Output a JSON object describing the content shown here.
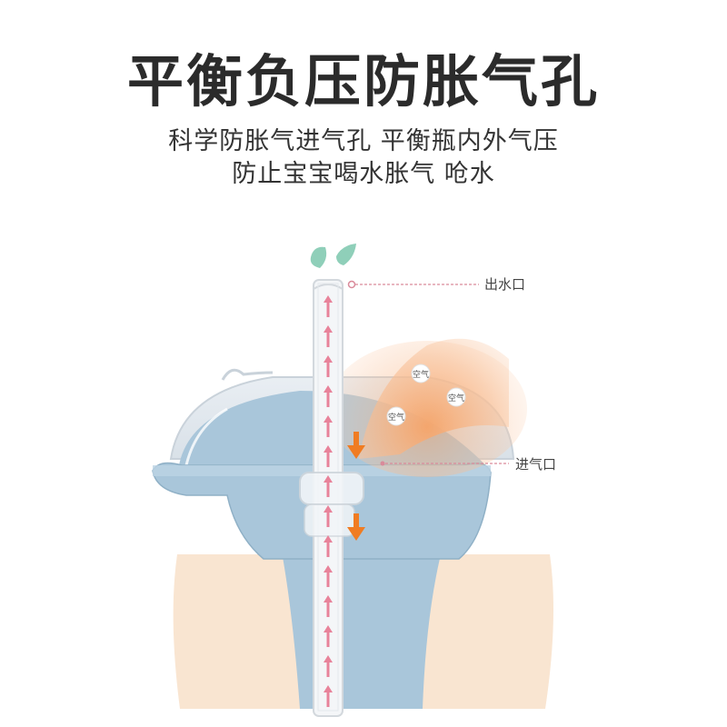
{
  "title": "平衡负压防胀气孔",
  "subtitle_line1": "科学防胀气进气孔 平衡瓶内外气压",
  "subtitle_line2": "防止宝宝喝水胀气 呛水",
  "labels": {
    "outlet": "出水口",
    "inlet": "进气口",
    "air": "空气"
  },
  "colors": {
    "bottle_blue": "#a9c6da",
    "bottle_body": "#f9e5d1",
    "arrow_pink": "#e8839a",
    "arrow_orange": "#f07c22",
    "leaf_green": "#8fcfb9",
    "callout_pink": "#d98a9a"
  }
}
